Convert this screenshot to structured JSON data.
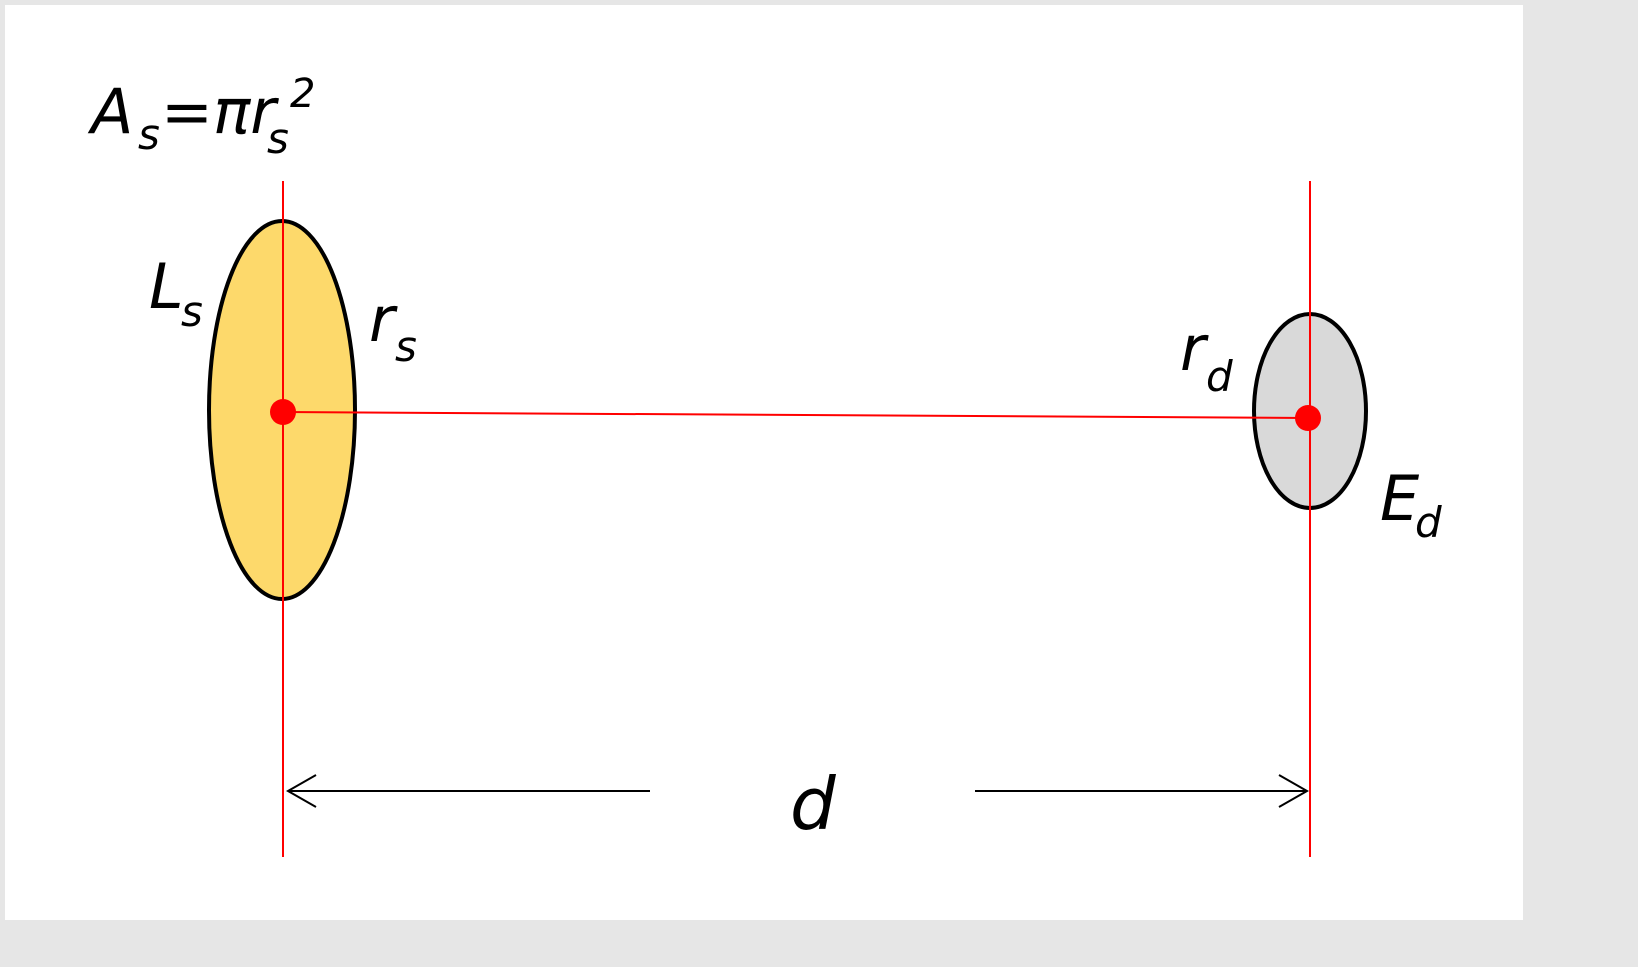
{
  "colors": {
    "background": "#ffffff",
    "border": "#e6e6e6",
    "source_fill": "#fdd96b",
    "detector_fill": "#d9d9d9",
    "outline": "#000000",
    "guide_line": "#ff0000",
    "center_point": "#ff0000",
    "dimension_line": "#000000"
  },
  "labels": {
    "area_formula": {
      "A": "A",
      "s_sub": "s",
      "equals_pi_r": "=πr",
      "s_sub2": "s",
      "sup_2": "2"
    },
    "source_luminance": {
      "base": "L",
      "sub": "s"
    },
    "source_radius": {
      "base": "r",
      "sub": "s"
    },
    "detector_radius": {
      "base": "r",
      "sub": "d"
    },
    "detector_illuminance": {
      "base": "E",
      "sub": "d"
    },
    "distance": "d"
  },
  "icons": {
    "left_arrowhead": "arrow-left-icon",
    "right_arrowhead": "arrow-right-icon"
  }
}
